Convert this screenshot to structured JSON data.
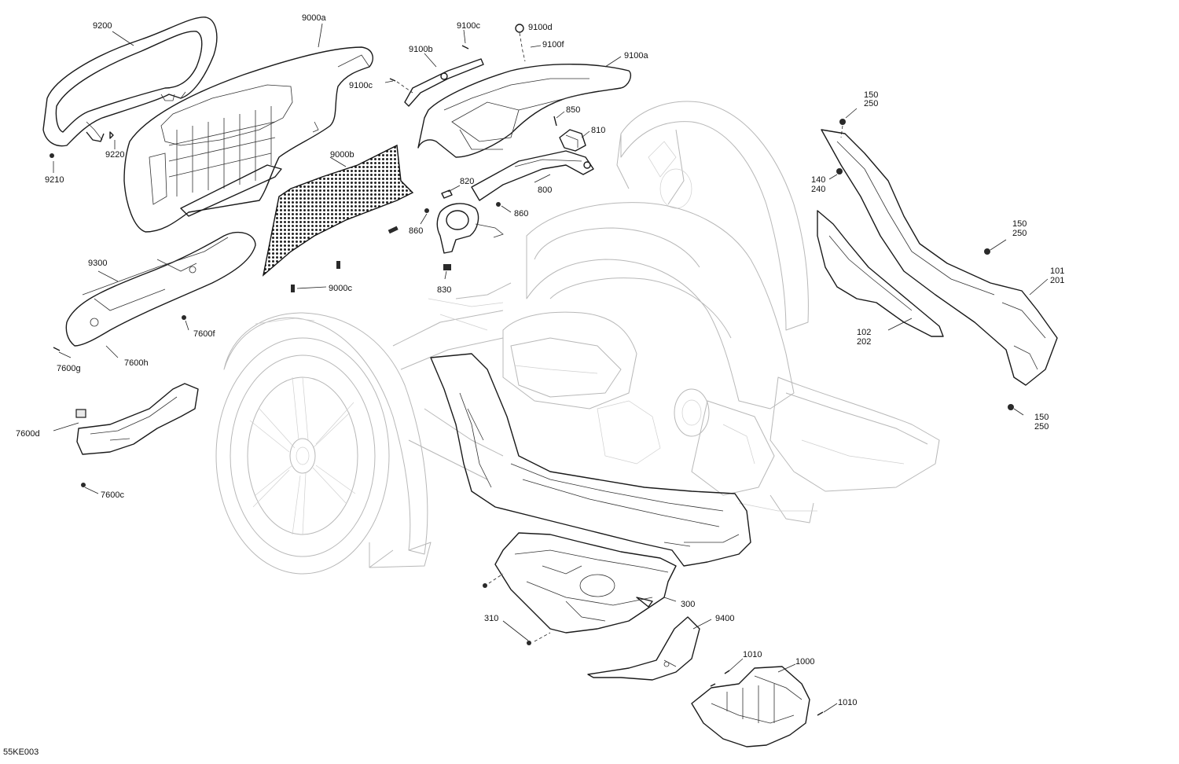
{
  "document_id": "55KE003",
  "callouts": {
    "c9200": "9200",
    "c9000a": "9000a",
    "c9100c_top": "9100c",
    "c9100d": "9100d",
    "c9100f": "9100f",
    "c9100b": "9100b",
    "c9100a": "9100a",
    "c9100c_mid": "9100c",
    "c9220": "9220",
    "c9210": "9210",
    "c850": "850",
    "c810": "810",
    "c9000b": "9000b",
    "c820": "820",
    "c800": "800",
    "c860_right": "860",
    "c860_left": "860",
    "c830": "830",
    "c9300": "9300",
    "c9000c": "9000c",
    "c7600f": "7600f",
    "c7600g": "7600g",
    "c7600h": "7600h",
    "c7600d": "7600d",
    "c7600c": "7600c",
    "c150_a": "150",
    "c250_a": "250",
    "c140": "140",
    "c240": "240",
    "c150_b": "150",
    "c250_b": "250",
    "c101": "101",
    "c201": "201",
    "c102": "102",
    "c202": "202",
    "c150_c": "150",
    "c250_c": "250",
    "c300": "300",
    "c310": "310",
    "c9400": "9400",
    "c1010_top": "1010",
    "c1000": "1000",
    "c1010_bottom": "1010"
  }
}
